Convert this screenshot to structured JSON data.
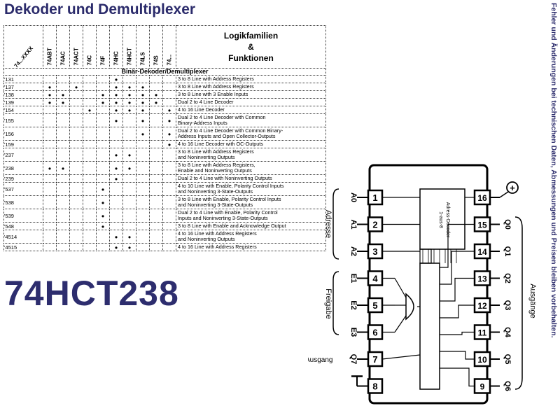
{
  "title": "Dekoder und Demultiplexer",
  "part_number": "74HCT238",
  "side_note": "Fehler und Änderungen bei technischen Daten, Abmessungen und Preisen bleiben vorbehalten.",
  "table": {
    "type_header": "74...XXXX",
    "families": [
      "74ABT",
      "74AC",
      "74ACT",
      "74C",
      "74F",
      "74HC",
      "74HCT",
      "74LS",
      "74S",
      "74..."
    ],
    "logic_header": [
      "Logikfamilien",
      "&",
      "Funktionen"
    ],
    "section_title": "Binär-Dekoder/Demultiplexer",
    "rows": [
      {
        "part": "'131",
        "dots": [
          0,
          0,
          0,
          0,
          0,
          1,
          0,
          0,
          0,
          0
        ],
        "desc": [
          "3 to 8 Line with Address Registers"
        ]
      },
      {
        "part": "'137",
        "dots": [
          1,
          0,
          1,
          0,
          0,
          1,
          1,
          1,
          0,
          0
        ],
        "desc": [
          "3 to 8 Line with Address Registers"
        ]
      },
      {
        "part": "'138",
        "dots": [
          1,
          1,
          0,
          0,
          1,
          1,
          1,
          1,
          1,
          0
        ],
        "desc": [
          "3 to 8 Line with 3 Enable Inputs"
        ]
      },
      {
        "part": "'139",
        "dots": [
          1,
          1,
          0,
          0,
          1,
          1,
          1,
          1,
          1,
          0
        ],
        "desc": [
          "Dual 2 to 4 Line Decoder"
        ]
      },
      {
        "part": "'154",
        "dots": [
          0,
          0,
          0,
          1,
          0,
          1,
          1,
          1,
          0,
          1
        ],
        "desc": [
          "4 to 16 Line Decoder"
        ]
      },
      {
        "part": "'155",
        "dots": [
          0,
          0,
          0,
          0,
          0,
          1,
          0,
          1,
          0,
          1
        ],
        "desc": [
          "Dual 2 to 4 Line Decoder with Common",
          "Binary-Address Inputs"
        ]
      },
      {
        "part": "'156",
        "dots": [
          0,
          0,
          0,
          0,
          0,
          0,
          0,
          1,
          0,
          1
        ],
        "desc": [
          "Dual 2 to 4 Line Decoder with Common Binary-",
          "Address Inputs and Open Collector-Outputs"
        ]
      },
      {
        "part": "'159",
        "dots": [
          0,
          0,
          0,
          0,
          0,
          0,
          0,
          0,
          0,
          1
        ],
        "desc": [
          "4 to 16 Line Decoder with OC-Outputs"
        ]
      },
      {
        "part": "'237",
        "dots": [
          0,
          0,
          0,
          0,
          0,
          1,
          1,
          0,
          0,
          0
        ],
        "desc": [
          "3 to 8 Line with Address Registers",
          "and Noninverting Outputs"
        ]
      },
      {
        "part": "'238",
        "dots": [
          1,
          1,
          0,
          0,
          0,
          1,
          1,
          0,
          0,
          0
        ],
        "desc": [
          "3 to 8 Line with Address Registers,",
          "Enable and Noninverting Outputs"
        ]
      },
      {
        "part": "'239",
        "dots": [
          0,
          0,
          0,
          0,
          0,
          1,
          0,
          0,
          0,
          0
        ],
        "desc": [
          "Dual 2 to 4 Line with Noninverting Outputs"
        ]
      },
      {
        "part": "'537",
        "dots": [
          0,
          0,
          0,
          0,
          1,
          0,
          0,
          0,
          0,
          0
        ],
        "desc": [
          "4 to 10 Line with Enable, Polarity Control Inputs",
          "and Noninverting 3-State-Outputs"
        ]
      },
      {
        "part": "'538",
        "dots": [
          0,
          0,
          0,
          0,
          1,
          0,
          0,
          0,
          0,
          0
        ],
        "desc": [
          "3 to 8 Line with Enable, Polarity Control Inputs",
          "and Noninverting 3-State-Outputs"
        ]
      },
      {
        "part": "'539",
        "dots": [
          0,
          0,
          0,
          0,
          1,
          0,
          0,
          0,
          0,
          0
        ],
        "desc": [
          "Dual 2 to 4 Line with Enable, Polarity Control",
          "Inputs and Noninverting 3-State-Outputs"
        ]
      },
      {
        "part": "'548",
        "dots": [
          0,
          0,
          0,
          0,
          1,
          0,
          0,
          0,
          0,
          0
        ],
        "desc": [
          "3 to 8 Line with Enable and Acknowledge Output"
        ]
      },
      {
        "part": "'4514",
        "dots": [
          0,
          0,
          0,
          0,
          0,
          1,
          1,
          0,
          0,
          0
        ],
        "desc": [
          "4 to 16 Line with Address Registers",
          "and Noninverting Outputs"
        ]
      },
      {
        "part": "'4515",
        "dots": [
          0,
          0,
          0,
          0,
          0,
          1,
          1,
          0,
          0,
          0
        ],
        "desc": [
          "4 to 16 Line with Address Registers"
        ]
      }
    ]
  },
  "diagram": {
    "left_pins": [
      {
        "num": "1",
        "label": "A0"
      },
      {
        "num": "2",
        "label": "A1"
      },
      {
        "num": "3",
        "label": "A2"
      },
      {
        "num": "4",
        "label": "E1"
      },
      {
        "num": "5",
        "label": "E2"
      },
      {
        "num": "6",
        "label": "E3"
      },
      {
        "num": "7",
        "label": "Q7"
      },
      {
        "num": "8",
        "label": ""
      }
    ],
    "right_pins": [
      {
        "num": "16",
        "label": ""
      },
      {
        "num": "15",
        "label": "Q0"
      },
      {
        "num": "14",
        "label": "Q1"
      },
      {
        "num": "13",
        "label": "Q2"
      },
      {
        "num": "12",
        "label": "Q3"
      },
      {
        "num": "11",
        "label": "Q4"
      },
      {
        "num": "10",
        "label": "Q5"
      },
      {
        "num": "9",
        "label": "Q6"
      }
    ],
    "group_adresse": "Adresse",
    "group_freigabe": "Freigabe",
    "group_ausgaenge": "Ausgänge",
    "ausgang_label": "Ausgang",
    "plus_label": "+",
    "chip_label": [
      "1-aus-8",
      "Adress-Decoder"
    ]
  }
}
